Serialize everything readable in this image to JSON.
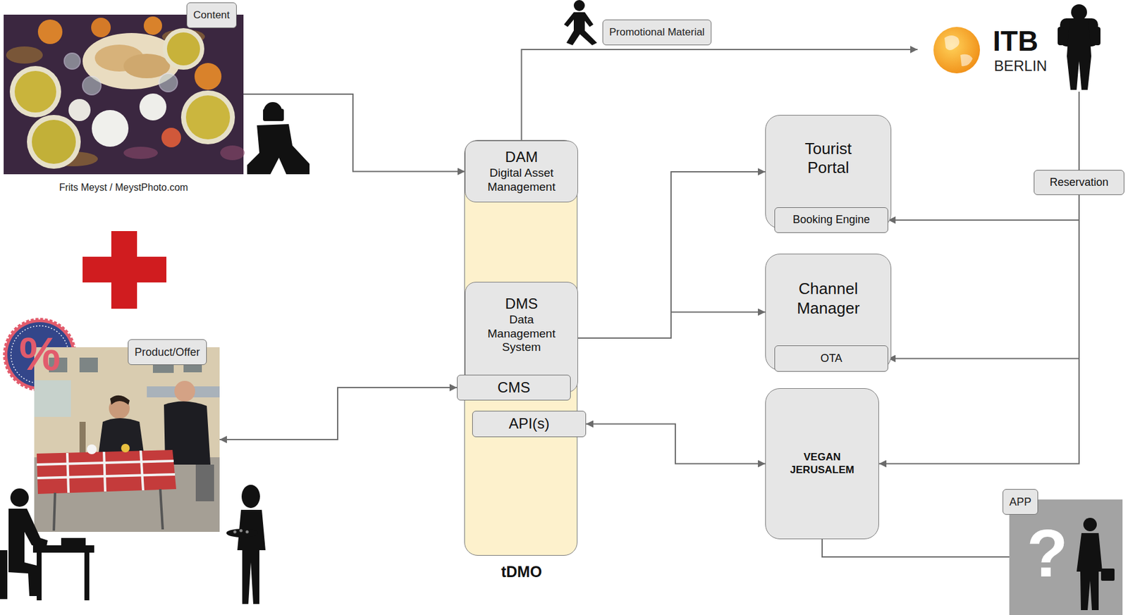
{
  "diagram": {
    "nodes": [
      {
        "text": [
          "Content"
        ]
      },
      {
        "text": [
          "ITB",
          "BERLIN"
        ]
      },
      {
        "text": [
          "tDMO"
        ]
      },
      {
        "text": [
          "DAM",
          "Digital Asset Management"
        ],
        "in": 2
      },
      {
        "text": [
          "DMS",
          "Data Management System"
        ],
        "in": 2
      },
      {
        "text": [
          "CMS"
        ],
        "in": 2
      },
      {
        "text": [
          "API(s)"
        ],
        "in": 2
      },
      {
        "text": [
          "Tourist Portal"
        ]
      },
      {
        "text": [
          "Booking Engine"
        ],
        "in": 7
      },
      {
        "text": [
          "Reservation"
        ]
      },
      {
        "text": [
          "Channel Manager"
        ]
      },
      {
        "text": [
          "OTA"
        ],
        "in": 10
      },
      {
        "text": [
          "Product/Offer"
        ]
      },
      {
        "text": [
          "VEGAN JERUSALEM"
        ]
      },
      {
        "text": [
          "APP"
        ]
      }
    ],
    "edges": [
      {
        "from": 0,
        "to": 3,
        "arrow": "to"
      },
      {
        "from": 3,
        "to": 1,
        "label": "Promotional Material",
        "arrow": "to"
      },
      {
        "from": 3,
        "to": 4,
        "arrow": "both"
      },
      {
        "from": 4,
        "to": 7,
        "arrow": "to"
      },
      {
        "from": 4,
        "to": 10,
        "arrow": "to"
      },
      {
        "from": 5,
        "to": 12,
        "arrow": "both"
      },
      {
        "from": 6,
        "to": 13,
        "arrow": "both"
      },
      {
        "from": 9,
        "to": 8,
        "arrow": "to"
      },
      {
        "from": 9,
        "to": 11,
        "arrow": "to"
      },
      {
        "from": 9,
        "to": 13,
        "arrow": "to"
      },
      {
        "from": 13,
        "to": 14,
        "arrow": "none"
      }
    ],
    "labels": [
      "Frits Meyst / MeystPhoto.com",
      "%",
      "?"
    ]
  }
}
